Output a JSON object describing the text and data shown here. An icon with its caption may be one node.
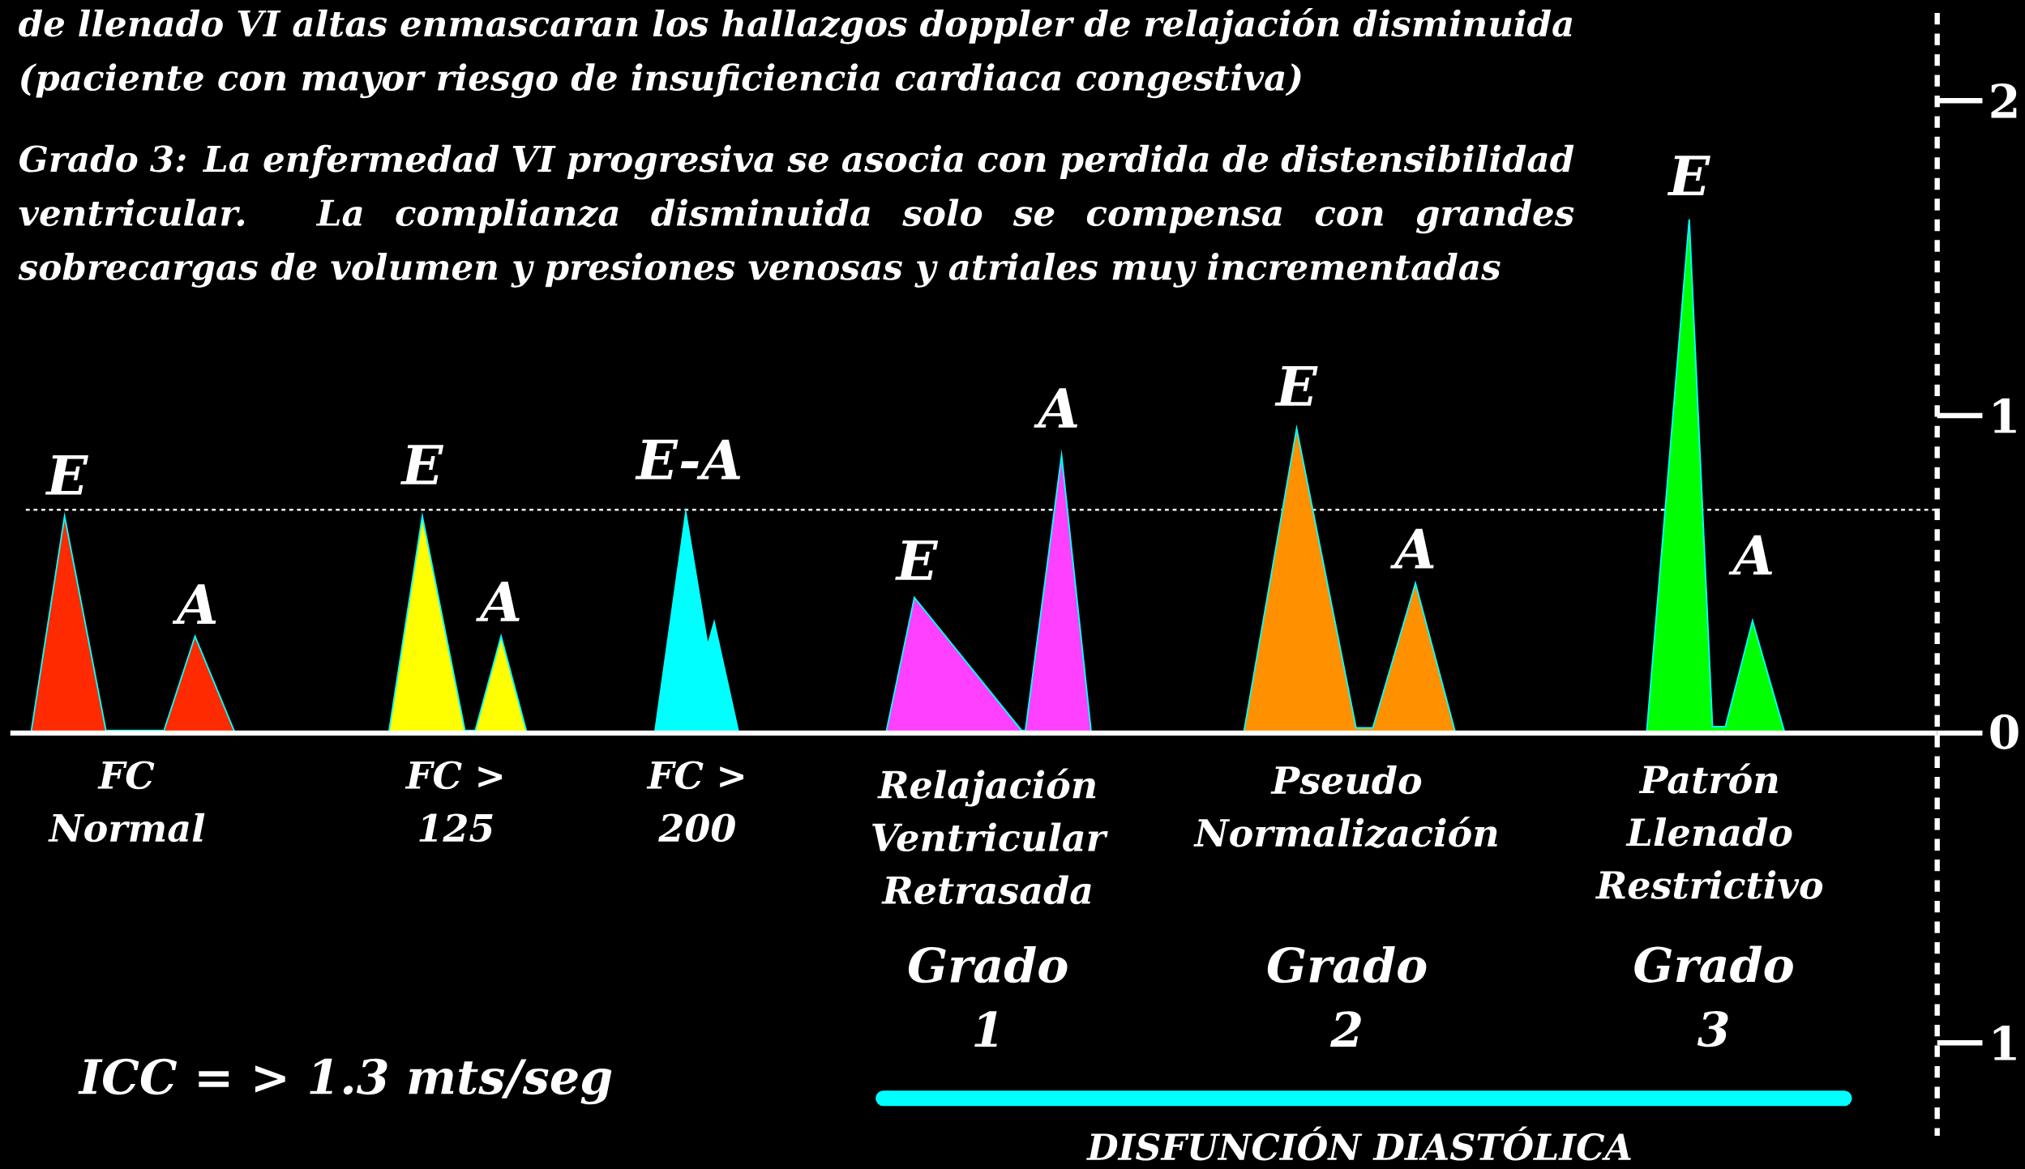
{
  "diagram": {
    "labels": [
      "de llenado VI altas enmascaran los hallazgos doppler de relajación disminuida (paciente con mayor riesgo de insuficiencia cardiaca congestiva)",
      "Grado 3: La enfermedad VI progresiva se asocia con perdida de distensibilidad ventricular. La complianza disminuida solo se compensa con grandes sobrecargas de volumen y presiones venosas y atriales muy incrementadas",
      "E",
      "A",
      "E",
      "A",
      "E-A",
      "E",
      "A",
      "E",
      "A",
      "E",
      "A",
      "FC Normal",
      "FC > 125",
      "FC > 200",
      "Relajación Ventricular Retrasada",
      "Pseudo Normalización",
      "Patrón Llenado Restrictivo",
      "Grado 1",
      "Grado 2",
      "Grado 3",
      "ICC = > 1.3 mts/seg",
      "DISFUNCIÓN DIASTÓLICA",
      "2",
      "1",
      "0",
      "1"
    ]
  }
}
